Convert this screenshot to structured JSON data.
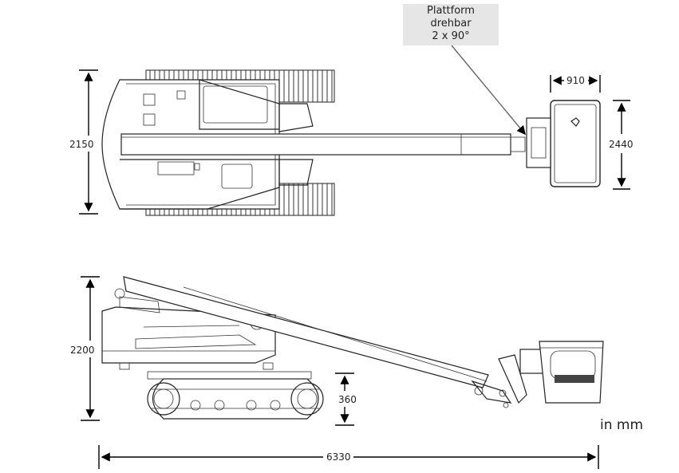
{
  "callout": {
    "lines": [
      "Plattform",
      "drehbar",
      "2 x 90°"
    ]
  },
  "dimensions": {
    "top_width": "2150",
    "platform_length": "910",
    "platform_width": "2440",
    "side_height": "2200",
    "track_height": "360",
    "overall_length": "6330"
  },
  "units_label": "in mm"
}
